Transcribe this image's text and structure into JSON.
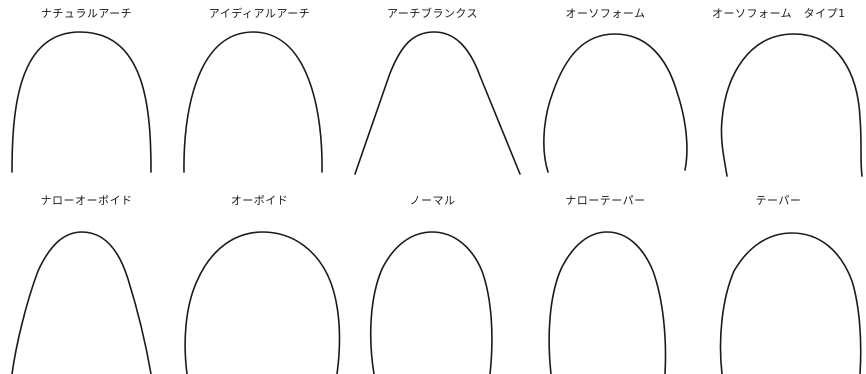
{
  "arch_forms": [
    {
      "id": "natural-arch",
      "label": "ナチュラルアーチ"
    },
    {
      "id": "ideal-arch",
      "label": "アイディアルアーチ"
    },
    {
      "id": "arch-blanks",
      "label": "アーチブランクス"
    },
    {
      "id": "orthoform",
      "label": "オーソフォーム"
    },
    {
      "id": "orthoform-type-1",
      "label": "オーソフォーム　タイプ1"
    },
    {
      "id": "narrow-ovoid",
      "label": "ナローオーボイド"
    },
    {
      "id": "ovoid",
      "label": "オーボイド"
    },
    {
      "id": "normal",
      "label": "ノーマル"
    },
    {
      "id": "narrow-taper",
      "label": "ナローテーパー"
    },
    {
      "id": "taper",
      "label": "テーパー"
    }
  ]
}
